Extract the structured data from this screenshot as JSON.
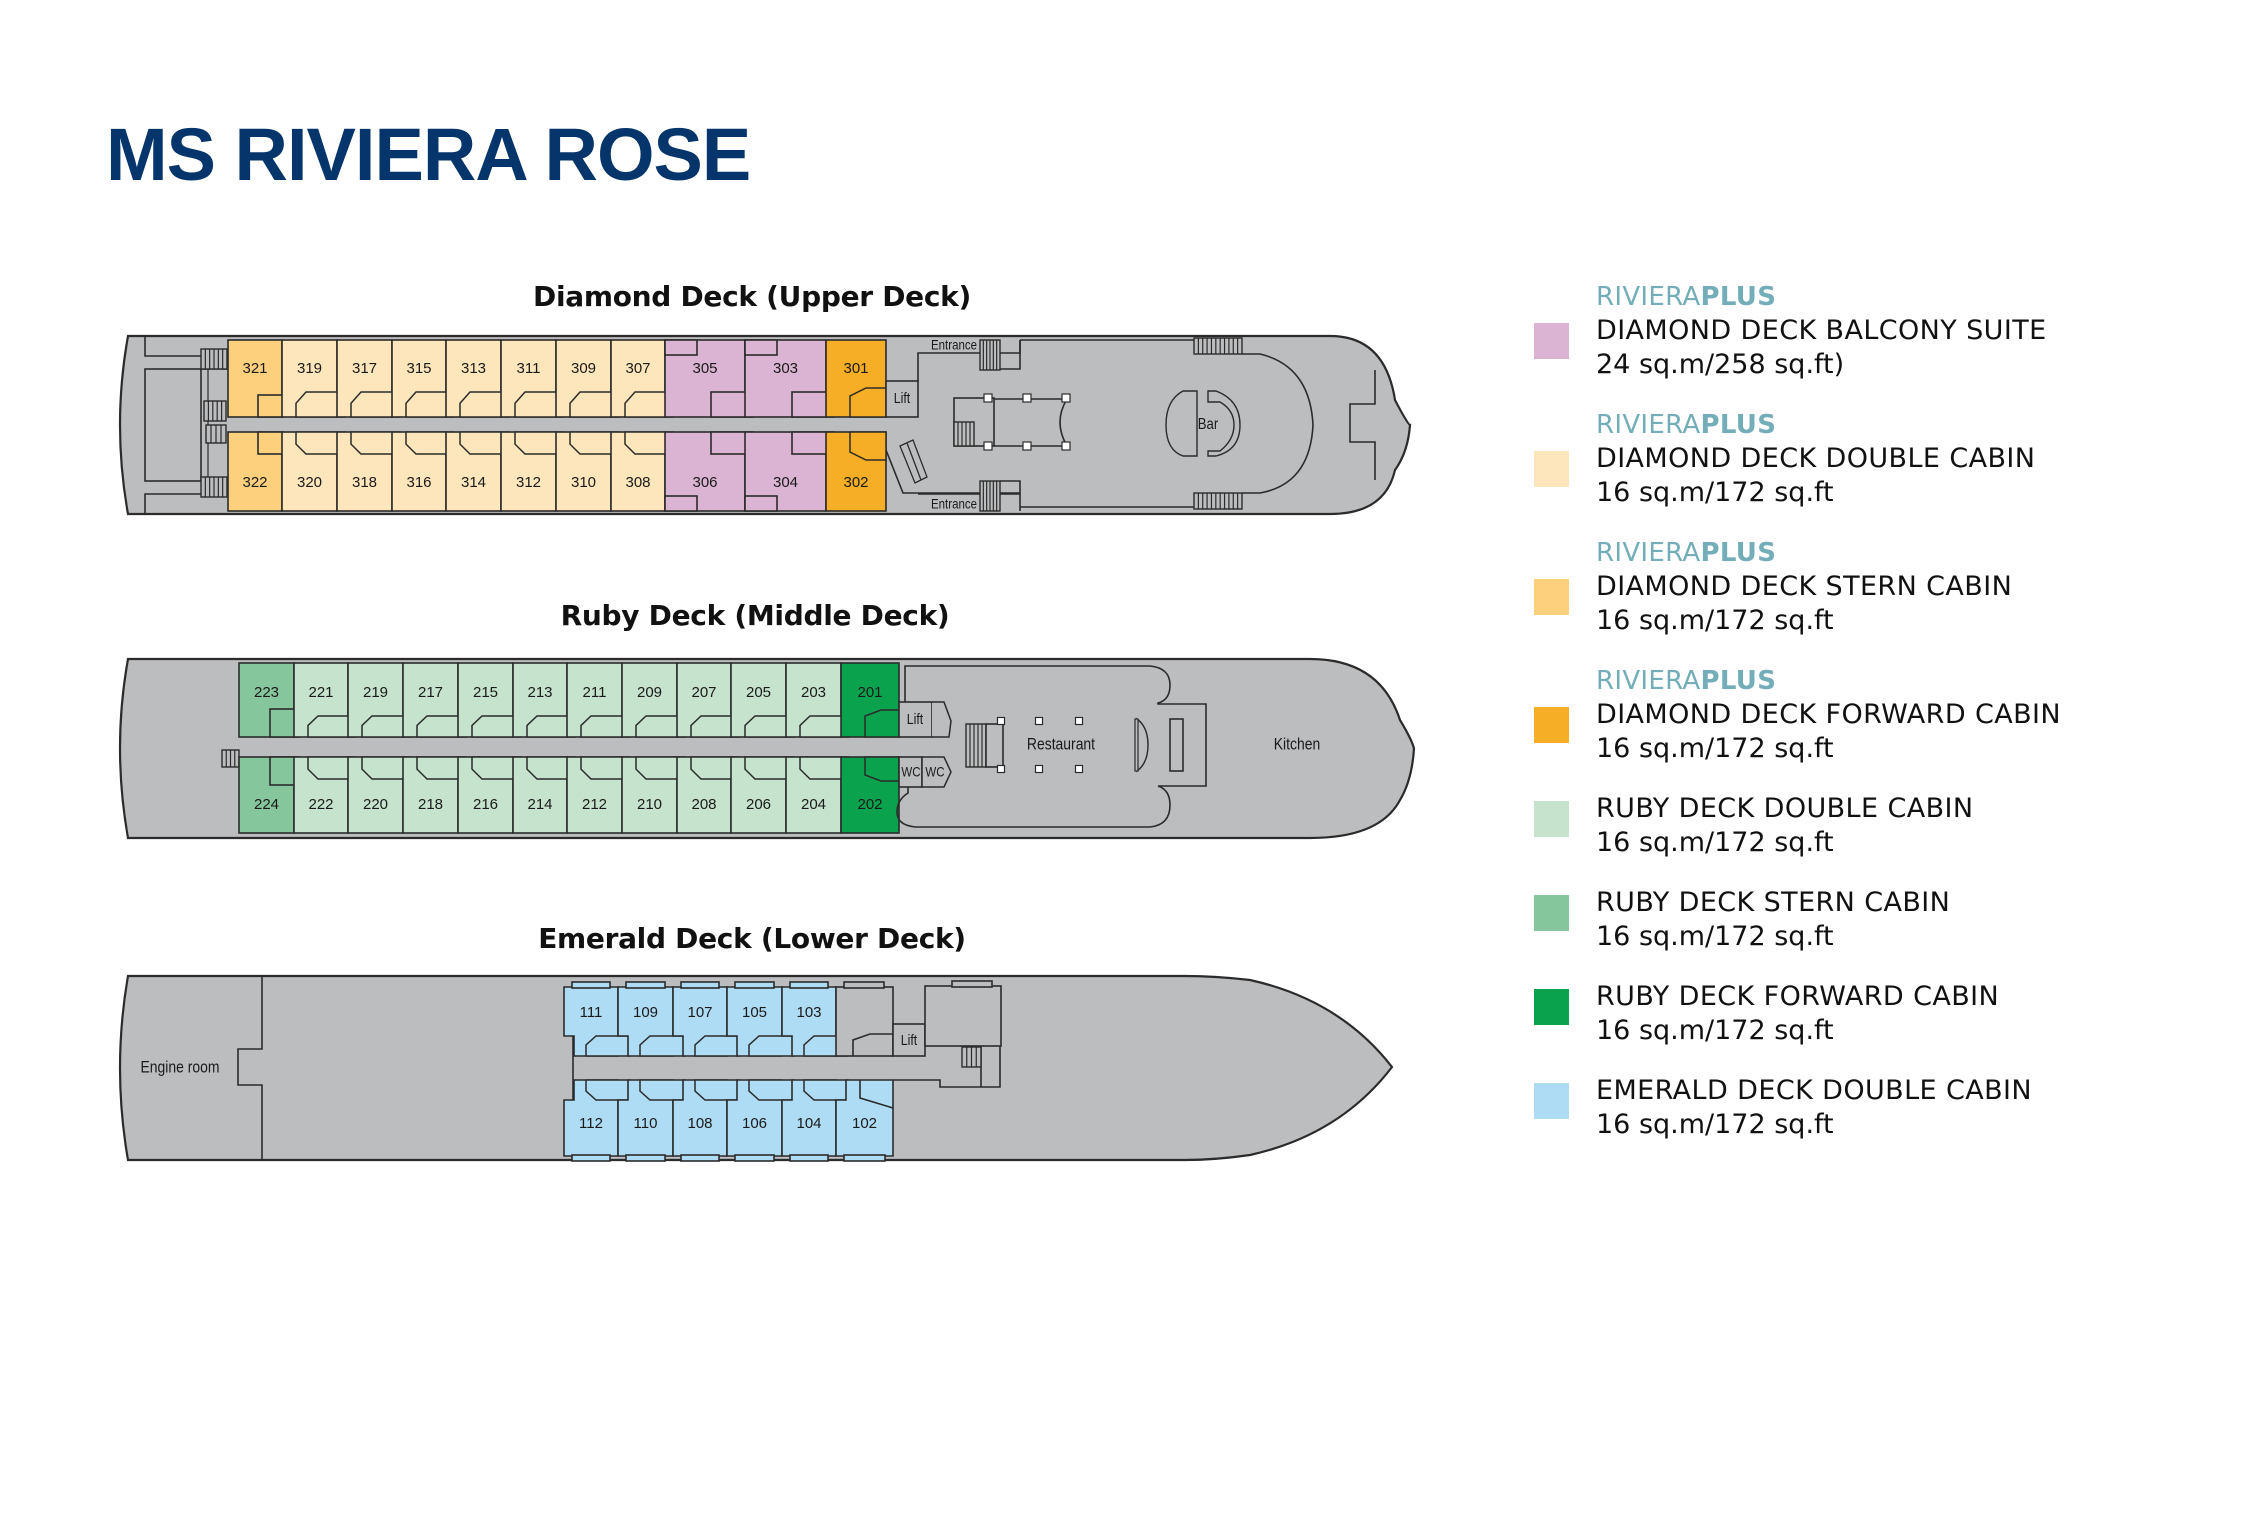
{
  "title": "MS RIVIERA ROSE",
  "colors": {
    "title": "#06356b",
    "hull": "#bcbdbf",
    "line": "#2b2b2b",
    "balcony_suite": "#dbb3d3",
    "diamond_double": "#fde6bb",
    "diamond_stern": "#fdd07e",
    "diamond_forward": "#f6ae26",
    "ruby_double": "#c5e3cd",
    "ruby_stern": "#86c69c",
    "ruby_forward": "#0aa24d",
    "emerald_double": "#aedcf4",
    "brand": "#72adb8"
  },
  "decks": {
    "upper": {
      "title": "Diamond Deck (Upper Deck)",
      "top_cabins": [
        {
          "no": "321",
          "type": "diamond_stern"
        },
        {
          "no": "319",
          "type": "diamond_double"
        },
        {
          "no": "317",
          "type": "diamond_double"
        },
        {
          "no": "315",
          "type": "diamond_double"
        },
        {
          "no": "313",
          "type": "diamond_double"
        },
        {
          "no": "311",
          "type": "diamond_double"
        },
        {
          "no": "309",
          "type": "diamond_double"
        },
        {
          "no": "307",
          "type": "diamond_double"
        },
        {
          "no": "305",
          "type": "balcony_suite"
        },
        {
          "no": "303",
          "type": "balcony_suite"
        },
        {
          "no": "301",
          "type": "diamond_forward"
        }
      ],
      "bottom_cabins": [
        {
          "no": "322",
          "type": "diamond_stern"
        },
        {
          "no": "320",
          "type": "diamond_double"
        },
        {
          "no": "318",
          "type": "diamond_double"
        },
        {
          "no": "316",
          "type": "diamond_double"
        },
        {
          "no": "314",
          "type": "diamond_double"
        },
        {
          "no": "312",
          "type": "diamond_double"
        },
        {
          "no": "310",
          "type": "diamond_double"
        },
        {
          "no": "308",
          "type": "diamond_double"
        },
        {
          "no": "306",
          "type": "balcony_suite"
        },
        {
          "no": "304",
          "type": "balcony_suite"
        },
        {
          "no": "302",
          "type": "diamond_forward"
        }
      ],
      "labels": {
        "lift": "Lift",
        "entrance_top": "Entrance",
        "entrance_bottom": "Entrance",
        "bar": "Bar"
      }
    },
    "middle": {
      "title": "Ruby Deck (Middle Deck)",
      "top_cabins": [
        {
          "no": "223",
          "type": "ruby_stern"
        },
        {
          "no": "221",
          "type": "ruby_double"
        },
        {
          "no": "219",
          "type": "ruby_double"
        },
        {
          "no": "217",
          "type": "ruby_double"
        },
        {
          "no": "215",
          "type": "ruby_double"
        },
        {
          "no": "213",
          "type": "ruby_double"
        },
        {
          "no": "211",
          "type": "ruby_double"
        },
        {
          "no": "209",
          "type": "ruby_double"
        },
        {
          "no": "207",
          "type": "ruby_double"
        },
        {
          "no": "205",
          "type": "ruby_double"
        },
        {
          "no": "203",
          "type": "ruby_double"
        },
        {
          "no": "201",
          "type": "ruby_forward"
        }
      ],
      "bottom_cabins": [
        {
          "no": "224",
          "type": "ruby_stern"
        },
        {
          "no": "222",
          "type": "ruby_double"
        },
        {
          "no": "220",
          "type": "ruby_double"
        },
        {
          "no": "218",
          "type": "ruby_double"
        },
        {
          "no": "216",
          "type": "ruby_double"
        },
        {
          "no": "214",
          "type": "ruby_double"
        },
        {
          "no": "212",
          "type": "ruby_double"
        },
        {
          "no": "210",
          "type": "ruby_double"
        },
        {
          "no": "208",
          "type": "ruby_double"
        },
        {
          "no": "206",
          "type": "ruby_double"
        },
        {
          "no": "204",
          "type": "ruby_double"
        },
        {
          "no": "202",
          "type": "ruby_forward"
        }
      ],
      "labels": {
        "lift": "Lift",
        "wc1": "WC",
        "wc2": "WC",
        "restaurant": "Restaurant",
        "kitchen": "Kitchen"
      }
    },
    "lower": {
      "title": "Emerald Deck (Lower Deck)",
      "top_cabins": [
        {
          "no": "111",
          "type": "emerald_double"
        },
        {
          "no": "109",
          "type": "emerald_double"
        },
        {
          "no": "107",
          "type": "emerald_double"
        },
        {
          "no": "105",
          "type": "emerald_double"
        },
        {
          "no": "103",
          "type": "emerald_double"
        }
      ],
      "bottom_cabins": [
        {
          "no": "112",
          "type": "emerald_double"
        },
        {
          "no": "110",
          "type": "emerald_double"
        },
        {
          "no": "108",
          "type": "emerald_double"
        },
        {
          "no": "106",
          "type": "emerald_double"
        },
        {
          "no": "104",
          "type": "emerald_double"
        },
        {
          "no": "102",
          "type": "emerald_double"
        }
      ],
      "labels": {
        "lift": "Lift",
        "engine_room": "Engine room"
      }
    }
  },
  "legend": [
    {
      "brand_light": "RIVIERA",
      "brand_bold": "PLUS",
      "name": "DIAMOND DECK BALCONY SUITE",
      "size": "24 sq.m/258 sq.ft)",
      "type": "balcony_suite"
    },
    {
      "brand_light": "RIVIERA",
      "brand_bold": "PLUS",
      "name": "DIAMOND DECK DOUBLE CABIN",
      "size": "16 sq.m/172 sq.ft",
      "type": "diamond_double"
    },
    {
      "brand_light": "RIVIERA",
      "brand_bold": "PLUS",
      "name": "DIAMOND DECK STERN CABIN",
      "size": "16 sq.m/172 sq.ft",
      "type": "diamond_stern"
    },
    {
      "brand_light": "RIVIERA",
      "brand_bold": "PLUS",
      "name": "DIAMOND DECK FORWARD CABIN",
      "size": "16 sq.m/172 sq.ft",
      "type": "diamond_forward"
    },
    {
      "brand_light": "",
      "brand_bold": "",
      "name": "RUBY DECK DOUBLE CABIN",
      "size": "16 sq.m/172 sq.ft",
      "type": "ruby_double"
    },
    {
      "brand_light": "",
      "brand_bold": "",
      "name": "RUBY DECK STERN CABIN",
      "size": "16 sq.m/172 sq.ft",
      "type": "ruby_stern"
    },
    {
      "brand_light": "",
      "brand_bold": "",
      "name": "RUBY DECK FORWARD CABIN",
      "size": "16 sq.m/172 sq.ft",
      "type": "ruby_forward"
    },
    {
      "brand_light": "",
      "brand_bold": "",
      "name": "EMERALD DECK DOUBLE CABIN",
      "size": "16 sq.m/172 sq.ft",
      "type": "emerald_double"
    }
  ]
}
